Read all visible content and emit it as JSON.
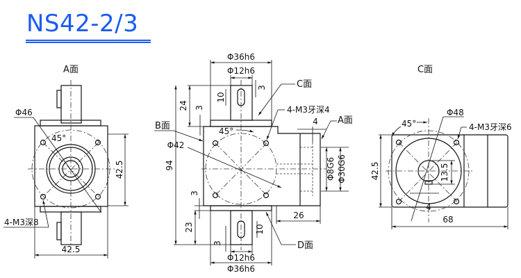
{
  "title": "NS42-2/3",
  "views": {
    "a_face": {
      "label": "A面",
      "dia_label": "Φ46",
      "angle_label": "45°",
      "height_dim": "42.5",
      "width_dim": "42.5",
      "hole_label": "4-M3深8"
    },
    "side": {
      "top_flange_dia": "Φ36h6",
      "top_shaft_dia": "Φ12h6",
      "top_key_len": "10",
      "top_key_offset": "3",
      "top_shaft_len": "24",
      "top_step": "3",
      "total_height": "94",
      "b_face": "B面",
      "pcd": "Φ42",
      "angle": "45°",
      "c_face": "C面",
      "hole_label": "4-M3牙深4",
      "a_face": "A面",
      "a_step": "4",
      "bore_dia": "Φ8G6",
      "spigot_dia": "Φ30G6",
      "right_len": "26",
      "bottom_step": "3",
      "bottom_shaft_len": "23",
      "bottom_key_offset": "3",
      "bottom_key_len": "10",
      "d_face": "D面",
      "bottom_shaft_dia": "Φ12h6",
      "bottom_flange_dia": "Φ36h6"
    },
    "c_face": {
      "label": "C面",
      "pcd": "Φ48",
      "angle": "45°",
      "hole_label": "4-M3牙深6",
      "height_dim": "42.5",
      "key_height": "13.5",
      "key_width": "4",
      "length_dim": "68"
    }
  }
}
